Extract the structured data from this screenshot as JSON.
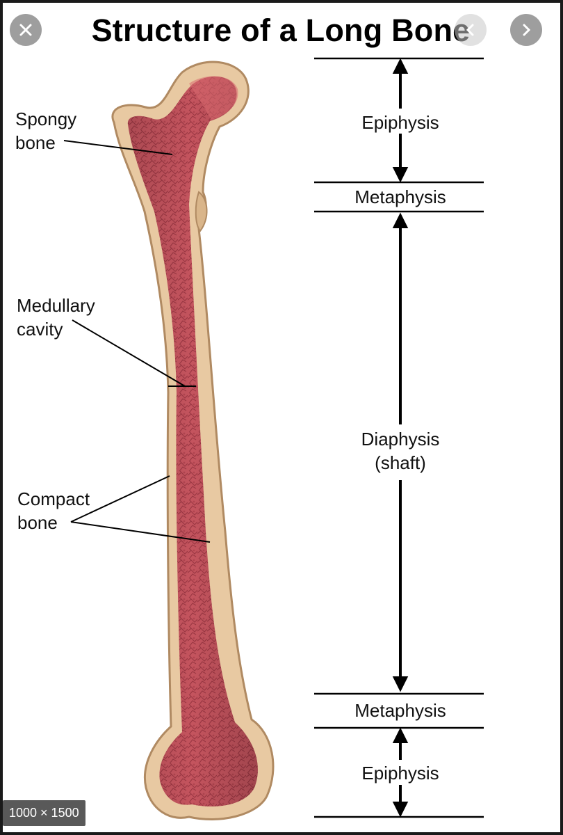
{
  "image_title": "Structure of a Long Bone",
  "labels": {
    "spongy": [
      "Spongy",
      "bone"
    ],
    "medullary": [
      "Medullary",
      "cavity"
    ],
    "compact": [
      "Compact",
      "bone"
    ],
    "epiphysis_top": "Epiphysis",
    "metaphysis_top": "Metaphysis",
    "diaphysis": [
      "Diaphysis",
      "(shaft)"
    ],
    "metaphysis_bottom": "Metaphysis",
    "epiphysis_bottom": "Epiphysis"
  },
  "viewer": {
    "close_icon": "close-icon",
    "next_icon": "chevron-right-icon",
    "dimensions": "1000 × 1500"
  },
  "colors": {
    "bone_outer": "#e6c7a0",
    "bone_edge": "#b58e65",
    "marrow": "#c0505a",
    "marrow_dark": "#8e2f3a"
  }
}
